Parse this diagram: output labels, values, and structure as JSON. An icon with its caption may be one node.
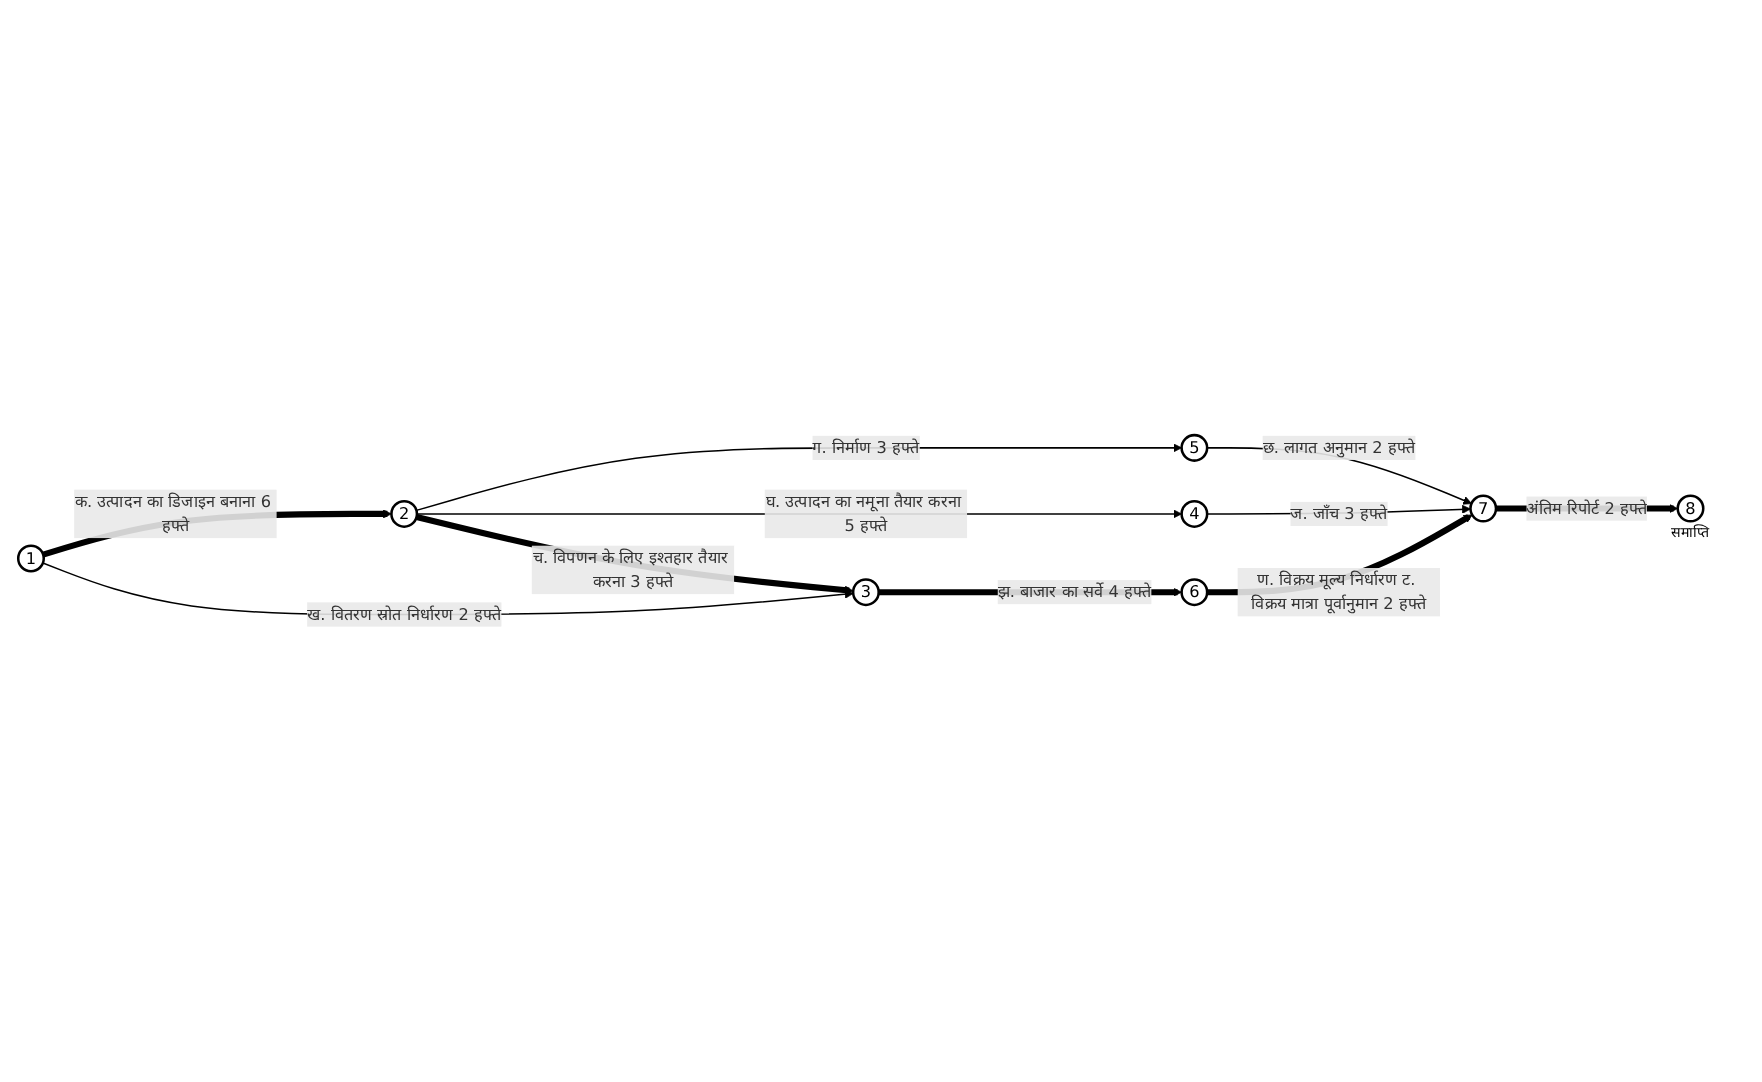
{
  "diagram": {
    "nodes": [
      {
        "text": [
          "1"
        ]
      },
      {
        "text": [
          "2"
        ]
      },
      {
        "text": [
          "3"
        ]
      },
      {
        "text": [
          "4"
        ]
      },
      {
        "text": [
          "5"
        ]
      },
      {
        "text": [
          "6"
        ]
      },
      {
        "text": [
          "7"
        ]
      },
      {
        "text": [
          "8"
        ],
        "beside": [
          "समाप्ति"
        ]
      }
    ],
    "edges": [
      {
        "from": 0,
        "to": 1,
        "arrow": "to",
        "style": "thick",
        "label": "क. उत्पादन का डिजाइन बनाना 6 हफ्ते"
      },
      {
        "from": 0,
        "to": 2,
        "arrow": "to",
        "label": "ख. वितरण स्रोत निर्धारण 2 हफ्ते"
      },
      {
        "from": 1,
        "to": 4,
        "arrow": "to",
        "label": "ग. निर्माण 3 हफ्ते"
      },
      {
        "from": 1,
        "to": 3,
        "arrow": "to",
        "label": "घ. उत्पादन का नमूना तैयार करना 5 हफ्ते"
      },
      {
        "from": 1,
        "to": 2,
        "arrow": "to",
        "style": "thick",
        "label": "च. विपणन के लिए इश्तहार तैयार करना 3 हफ्ते"
      },
      {
        "from": 4,
        "to": 6,
        "arrow": "to",
        "label": "छ. लागत अनुमान 2 हफ्ते"
      },
      {
        "from": 3,
        "to": 6,
        "arrow": "to",
        "label": "ज. जाँच 3 हफ्ते"
      },
      {
        "from": 2,
        "to": 5,
        "arrow": "to",
        "style": "thick",
        "label": "झ. बाजार का सर्वे 4 हफ्ते"
      },
      {
        "from": 5,
        "to": 6,
        "arrow": "to",
        "style": "thick",
        "label": "ण. विक्रय मूल्य निर्धारण ट. विक्रय मात्रा पूर्वानुमान 2 हफ्ते"
      },
      {
        "from": 6,
        "to": 7,
        "arrow": "to",
        "style": "thick",
        "label": "अंतिम रिपोर्ट 2 हफ्ते"
      }
    ]
  }
}
